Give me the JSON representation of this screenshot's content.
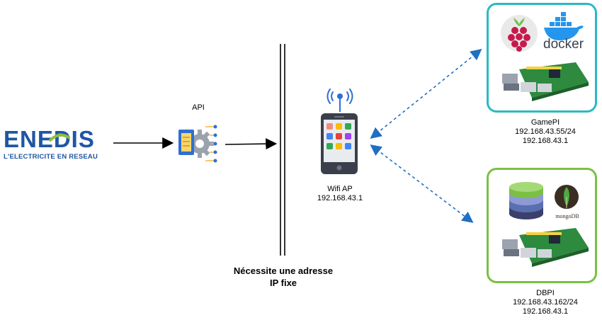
{
  "enedis": {
    "logo_text": "ENEDIS",
    "tagline": "L'ELECTRICITE EN RESEAU",
    "brand_blue": "#1f56a3",
    "brand_green": "#8bbf3f"
  },
  "api": {
    "label": "API",
    "icon": "api-gear-icon"
  },
  "wall": {
    "note_line1": "Nécessite une adresse",
    "note_line2": "IP fixe"
  },
  "phone": {
    "icon": "smartphone-wifi-icon",
    "label": "Wifi AP",
    "ip": "192.168.43.1"
  },
  "gamepi": {
    "name": "GamePI",
    "ip": "192.168.43.55/24",
    "gateway": "192.168.43.1",
    "border_color": "#2bb9c4",
    "icons": [
      "raspberry-pi-logo-icon",
      "docker-logo-icon",
      "raspberry-pi-board-icon"
    ],
    "docker_text": "docker"
  },
  "dbpi": {
    "name": "DBPI",
    "ip": "192.168.43.162/24",
    "gateway": "192.168.43.1",
    "border_color": "#7bc043",
    "icons": [
      "database-stack-icon",
      "mongodb-logo-icon",
      "raspberry-pi-board-icon"
    ],
    "mongo_text": "mongoDB"
  },
  "connection_color": "#1f6fc4"
}
